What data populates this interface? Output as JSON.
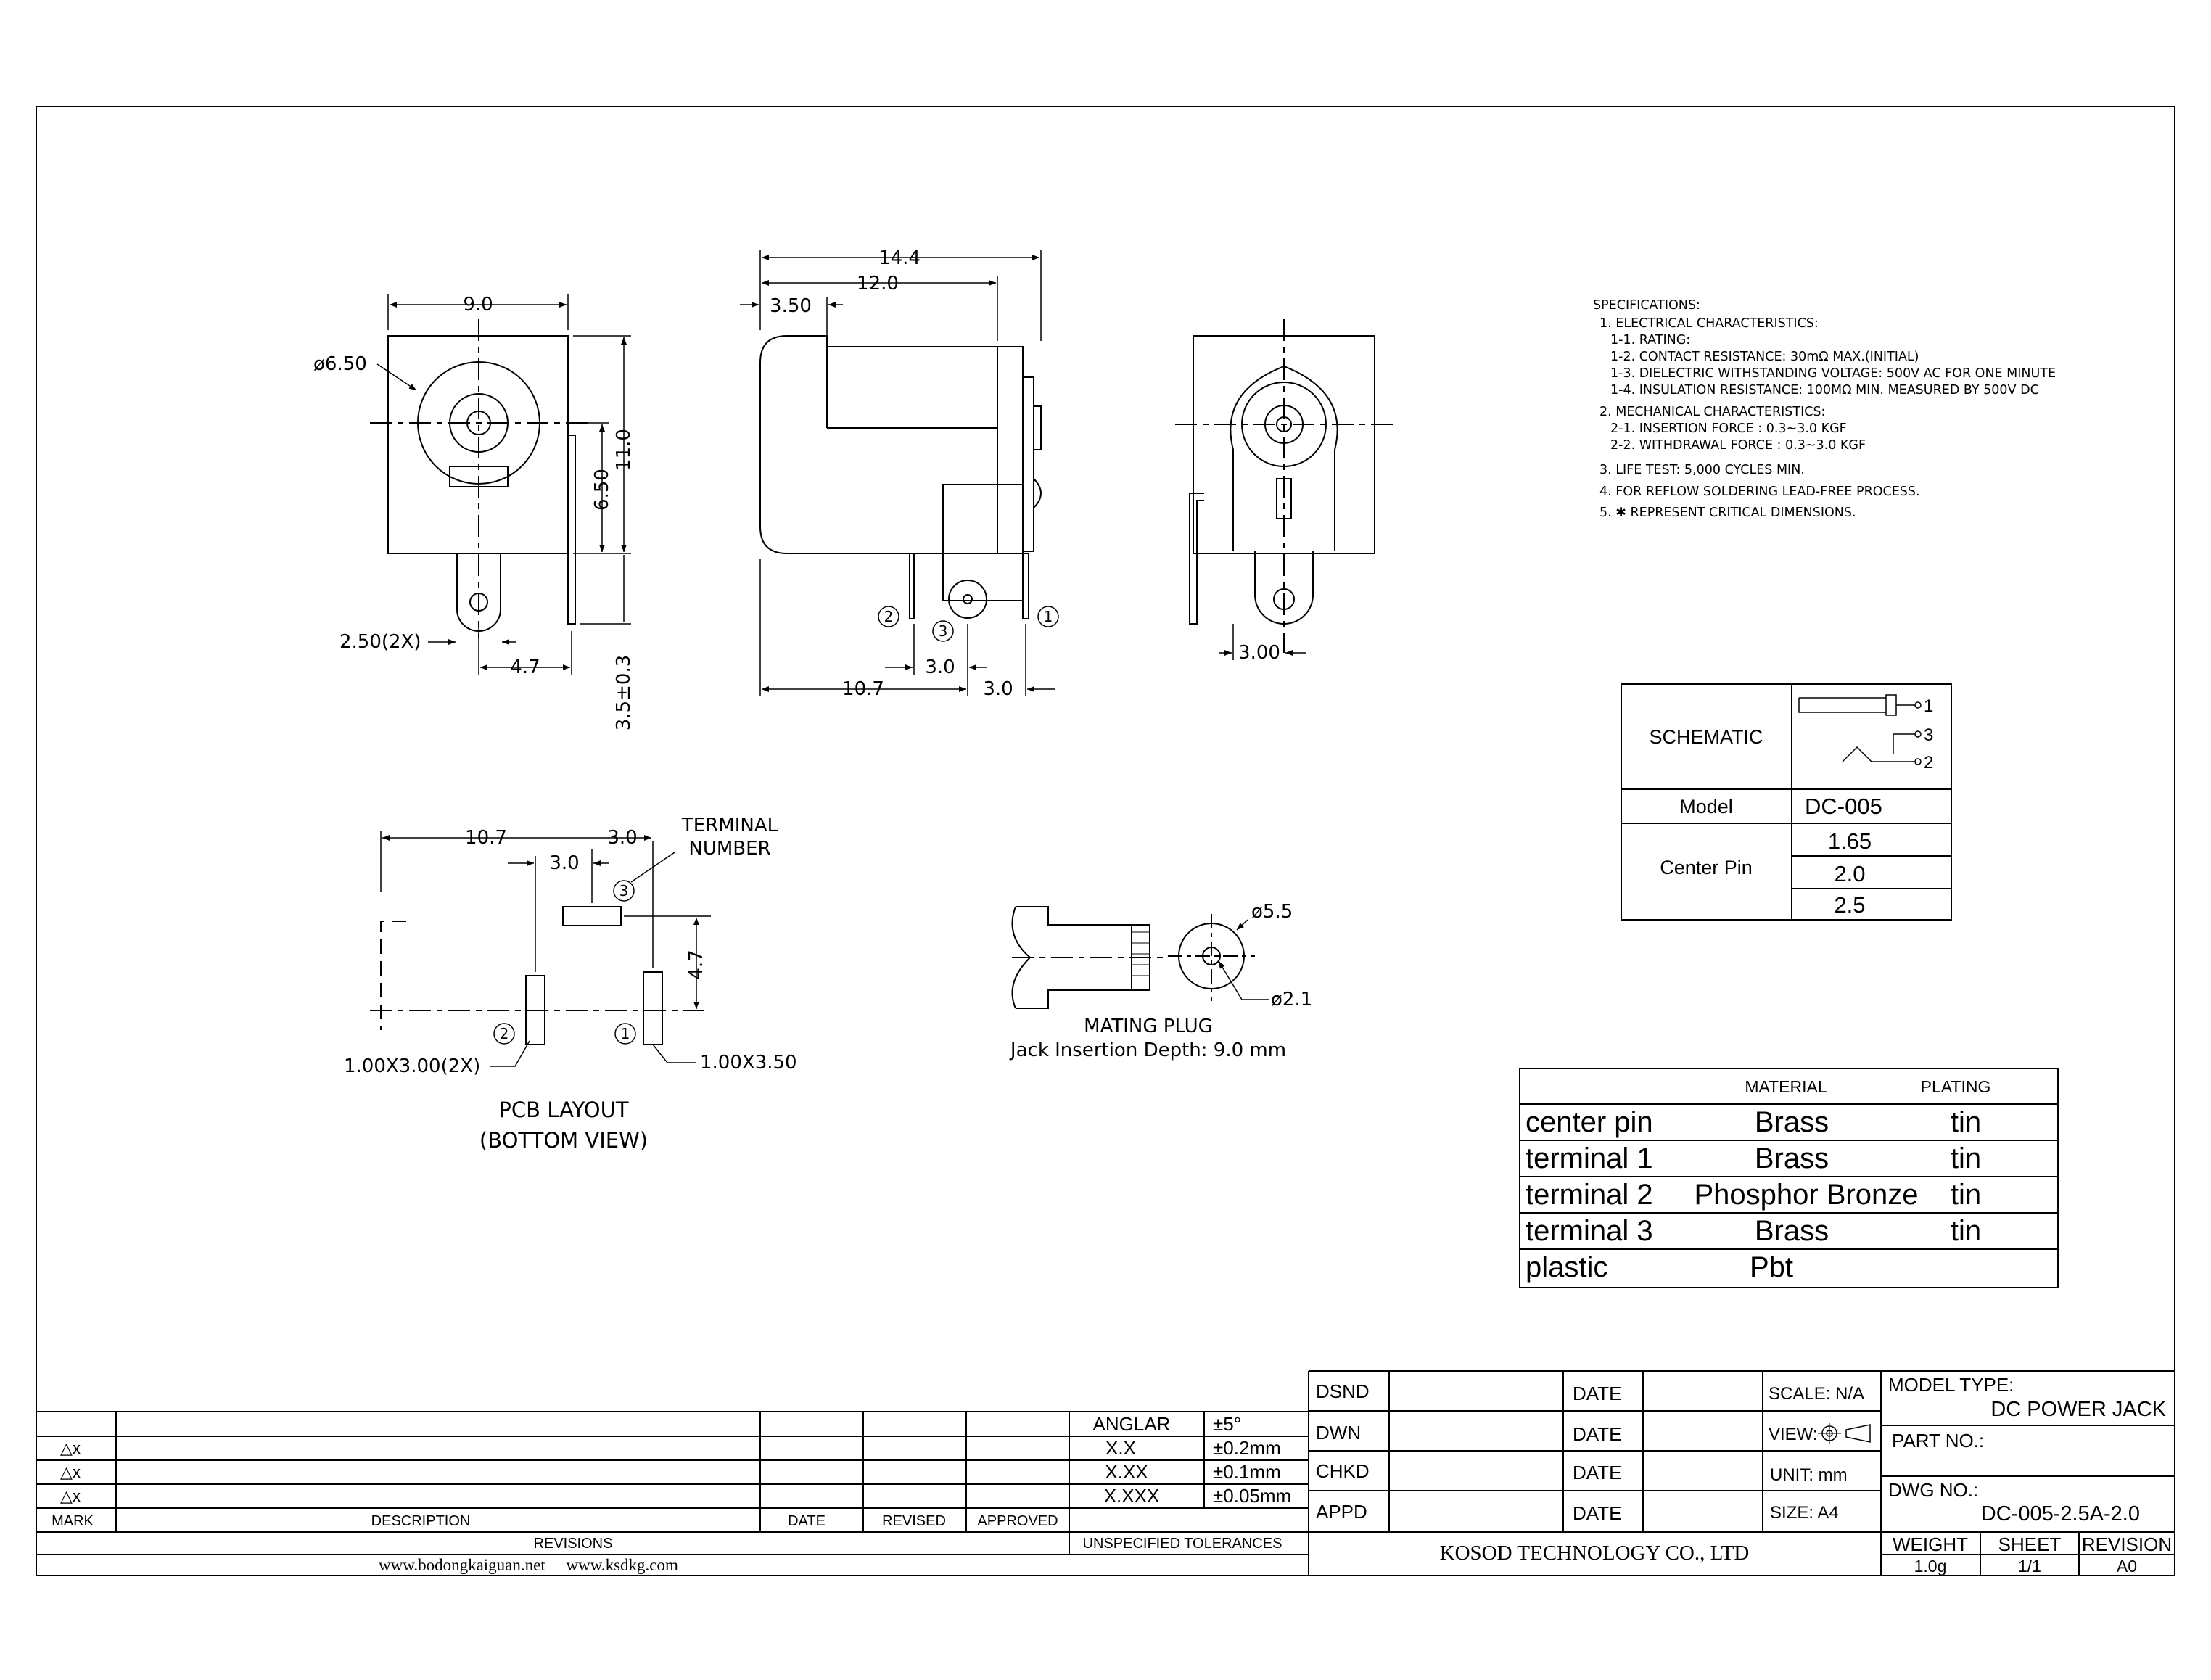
{
  "specs": {
    "heading": "SPECIFICATIONS:",
    "lines": [
      "1. ELECTRICAL CHARACTERISTICS:",
      "1-1. RATING:",
      "1-2. CONTACT RESISTANCE: 30mΩ MAX.(INITIAL)",
      "1-3. DIELECTRIC WITHSTANDING VOLTAGE: 500V AC FOR ONE MINUTE",
      "1-4. INSULATION RESISTANCE: 100MΩ MIN. MEASURED BY 500V DC",
      "2. MECHANICAL CHARACTERISTICS:",
      "2-1. INSERTION FORCE : 0.3~3.0 KGF",
      "2-2. WITHDRAWAL FORCE : 0.3~3.0 KGF",
      "3. LIFE TEST: 5,000 CYCLES MIN.",
      "4. FOR REFLOW SOLDERING LEAD-FREE PROCESS.",
      "5. ✱ REPRESENT CRITICAL DIMENSIONS."
    ]
  },
  "front_view": {
    "dim_width": "9.0",
    "dim_diameter": "ø6.50",
    "dim_height": "11.0",
    "dim_center": "6.50",
    "dim_pin_width": "2.50(2X)",
    "dim_pin_spacing": "4.7",
    "dim_pin_length": "3.5±0.3"
  },
  "side_view": {
    "dim_total": "14.4",
    "dim_body": "12.0",
    "dim_front": "3.50",
    "dim_pin_pitch": "3.0",
    "dim_base": "10.7",
    "dim_end": "3.0",
    "pins": [
      "2",
      "3",
      "1"
    ]
  },
  "rear_view": {
    "dim_offset": "3.00"
  },
  "pcb": {
    "dim_a": "10.7",
    "dim_b": "3.0",
    "dim_c": "3.0",
    "dim_d": "4.7",
    "terminal_label_1": "TERMINAL",
    "terminal_label_2": "NUMBER",
    "pad_23": "1.00X3.00(2X)",
    "pad_1": "1.00X3.50",
    "pins": [
      "3",
      "2",
      "1"
    ],
    "title_1": "PCB LAYOUT",
    "title_2": "(BOTTOM VIEW)"
  },
  "plug": {
    "dim_outer": "ø5.5",
    "dim_inner": "ø2.1",
    "title": "MATING PLUG",
    "subtitle": "Jack Insertion Depth: 9.0 mm"
  },
  "schematic_table": {
    "schematic_label": "SCHEMATIC",
    "pins": [
      "1",
      "3",
      "2"
    ],
    "model_label": "Model",
    "model_value": "DC-005",
    "center_pin_label": "Center Pin",
    "center_pin_values": [
      "1.65",
      "2.0",
      "2.5"
    ]
  },
  "material_table": {
    "headers": [
      "MATERIAL",
      "PLATING"
    ],
    "rows": [
      {
        "part": "center pin",
        "material": "Brass",
        "plating": "tin"
      },
      {
        "part": "terminal 1",
        "material": "Brass",
        "plating": "tin"
      },
      {
        "part": "terminal 2",
        "material": "Phosphor Bronze",
        "plating": "tin"
      },
      {
        "part": "terminal 3",
        "material": "Brass",
        "plating": "tin"
      },
      {
        "part": "plastic",
        "material": "Pbt",
        "plating": ""
      }
    ]
  },
  "revisions": {
    "marks": [
      "△x",
      "△x",
      "△x"
    ],
    "header": [
      "MARK",
      "DESCRIPTION",
      "DATE",
      "REVISED",
      "APPROVED"
    ],
    "title": "REVISIONS",
    "tolerances": [
      [
        "ANGLAR",
        "±5°"
      ],
      [
        "X.X",
        "±0.2mm"
      ],
      [
        "X.XX",
        "±0.1mm"
      ],
      [
        "X.XXX",
        "±0.05mm"
      ]
    ],
    "tolerance_title": "UNSPECIFIED TOLERANCES",
    "websites": "www.bodongkaiguan.net     www.ksdkg.com"
  },
  "title_block": {
    "roles": [
      "DSND",
      "DWN",
      "CHKD",
      "APPD"
    ],
    "date_label": "DATE",
    "scale": "SCALE: N/A",
    "view": "VIEW:",
    "unit": "UNIT: mm",
    "size": "SIZE: A4",
    "model_type_label": "MODEL TYPE:",
    "model_type_value": "DC POWER JACK",
    "part_no_label": "PART NO.:",
    "dwg_no_label": "DWG NO.:",
    "dwg_no_value": "DC-005-2.5A-2.0",
    "company": "KOSOD TECHNOLOGY CO., LTD",
    "weight_label": "WEIGHT",
    "weight_value": "1.0g",
    "sheet_label": "SHEET",
    "sheet_value": "1/1",
    "revision_label": "REVISION",
    "revision_value": "A0"
  }
}
